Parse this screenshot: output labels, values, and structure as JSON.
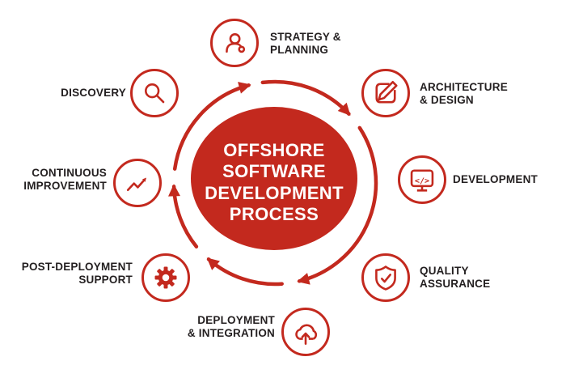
{
  "center": {
    "lines": [
      "OFFSHORE",
      "SOFTWARE",
      "DEVELOPMENT",
      "PROCESS"
    ]
  },
  "steps": [
    {
      "name": "strategy-planning",
      "icon": "user-icon",
      "lines": [
        "STRATEGY &",
        "PLANNING"
      ]
    },
    {
      "name": "architecture-design",
      "icon": "edit-pencil-icon",
      "lines": [
        "ARCHITECTURE",
        "& DESIGN"
      ]
    },
    {
      "name": "development",
      "icon": "code-monitor-icon",
      "lines": [
        "DEVELOPMENT"
      ]
    },
    {
      "name": "quality-assurance",
      "icon": "shield-check-icon",
      "lines": [
        "QUALITY",
        "ASSURANCE"
      ]
    },
    {
      "name": "deployment-integration",
      "icon": "cloud-upload-icon",
      "lines": [
        "DEPLOYMENT",
        "& INTEGRATION"
      ]
    },
    {
      "name": "post-deployment-support",
      "icon": "gear-icon",
      "lines": [
        "POST-DEPLOYMENT",
        "SUPPORT"
      ]
    },
    {
      "name": "continuous-improvement",
      "icon": "trend-up-icon",
      "lines": [
        "CONTINUOUS",
        "IMPROVEMENT"
      ]
    },
    {
      "name": "discovery",
      "icon": "search-icon",
      "lines": [
        "DISCOVERY"
      ]
    }
  ],
  "colors": {
    "red": "#c3291e",
    "text": "#231f20",
    "background": "#ffffff"
  },
  "flow": {
    "direction": "clockwise",
    "arrow_segments": 5
  }
}
